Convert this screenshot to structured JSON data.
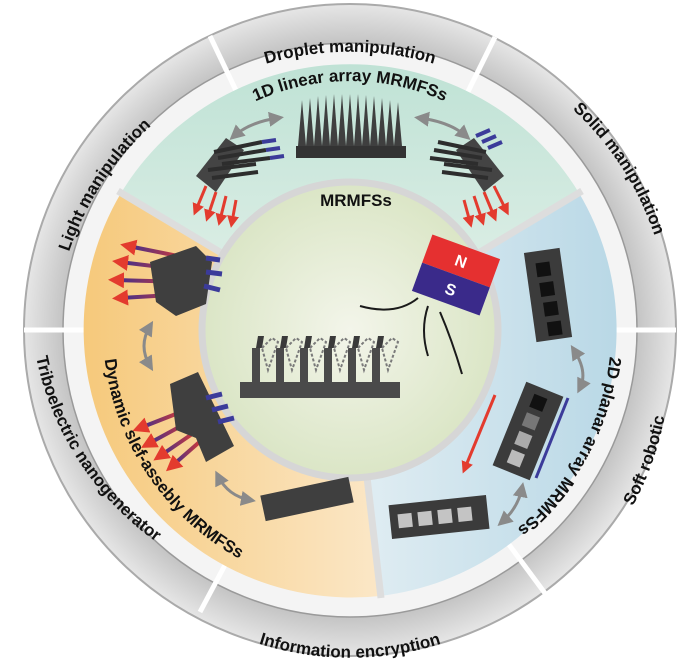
{
  "outer_ring": {
    "droplet": "Droplet manipulation",
    "solid": "Solid manipulation",
    "soft": "Soft robotic",
    "information": "Information encryption",
    "triboelectric": "Triboelectric nanogenerator",
    "light": "Light manipulation"
  },
  "sectors": {
    "top": "1D linear array MRMFSs",
    "right": "2D planar array MRMFSs",
    "left": "Dynamic slef-assebly MRMFSs"
  },
  "center": {
    "title": "MRMFSs",
    "magnet_n": "N",
    "magnet_s": "S"
  },
  "colors": {
    "ring": "#cfcfcf",
    "top_sector": "#cfe8dd",
    "right_sector": "#cfe3ec",
    "left_sector": "#f8dcaa",
    "center": "#dfe8cc",
    "magnet_north": "#e53030",
    "magnet_south": "#3a2a8a",
    "arrow_red": "#e33b2e",
    "arrow_blue": "#3b3b9a",
    "pillar": "#4a4a4a"
  }
}
